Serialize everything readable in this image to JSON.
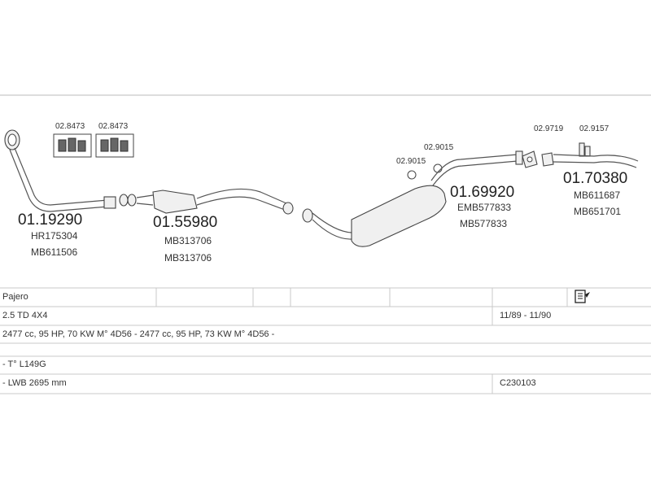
{
  "parts": {
    "kit_a": "02.8473",
    "kit_b": "02.8473",
    "front_pipe": {
      "number": "01.19290",
      "ref1": "HR175304",
      "ref2": "MB611506"
    },
    "center_muffler": {
      "number": "01.55980",
      "ref1": "MB313706",
      "ref2": "MB313706"
    },
    "clamp_a": "02.9015",
    "clamp_b": "02.9015",
    "rear_muffler": {
      "number": "01.69920",
      "ref1": "EMB577833",
      "ref2": "MB577833"
    },
    "gasket": "02.9719",
    "hanger": "02.9157",
    "tail_pipe": {
      "number": "01.70380",
      "ref1": "MB611687",
      "ref2": "MB651701"
    }
  },
  "table": {
    "model": "Pajero",
    "engine": "2.5 TD 4X4",
    "years": "11/89 - 11/90",
    "specs": "2477 cc, 95 HP, 70 KW  M° 4D56 - 2477 cc, 95 HP, 73 KW  M° 4D56 -",
    "type_code": "- T° L149G",
    "wheelbase": "- LWB 2695 mm",
    "ref_code": "C230103"
  },
  "icons": {
    "note": "notepad-icon"
  }
}
